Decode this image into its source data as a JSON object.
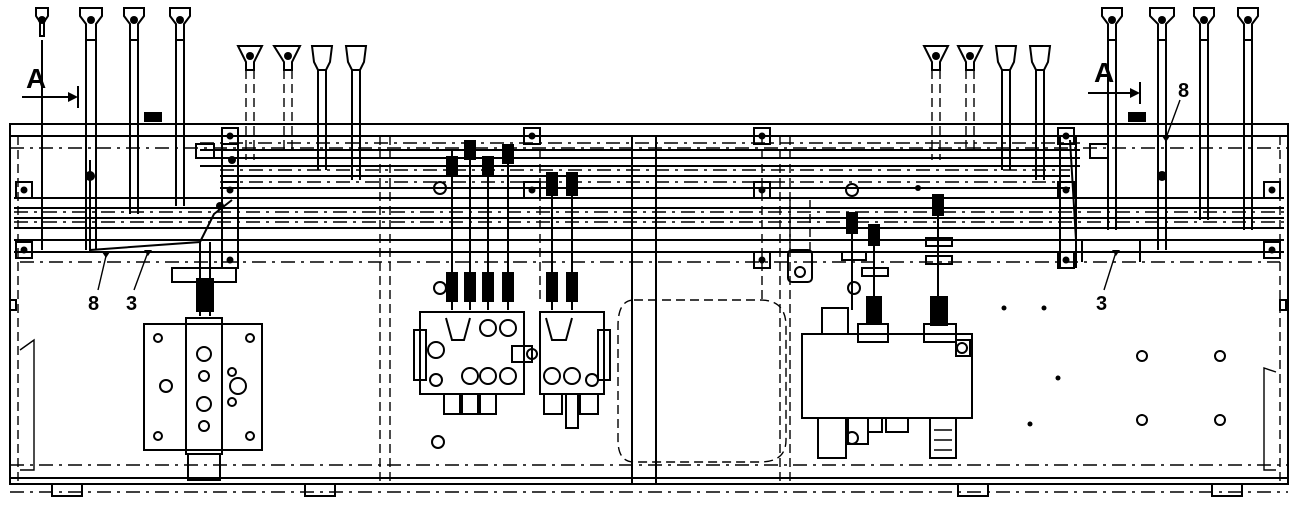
{
  "callouts": {
    "section_left": "A",
    "section_right": "A",
    "item_8_left": "8",
    "item_3_left": "3",
    "item_8_right": "8",
    "item_3_right": "3"
  },
  "colors": {
    "line": "#000000",
    "background": "#ffffff"
  }
}
